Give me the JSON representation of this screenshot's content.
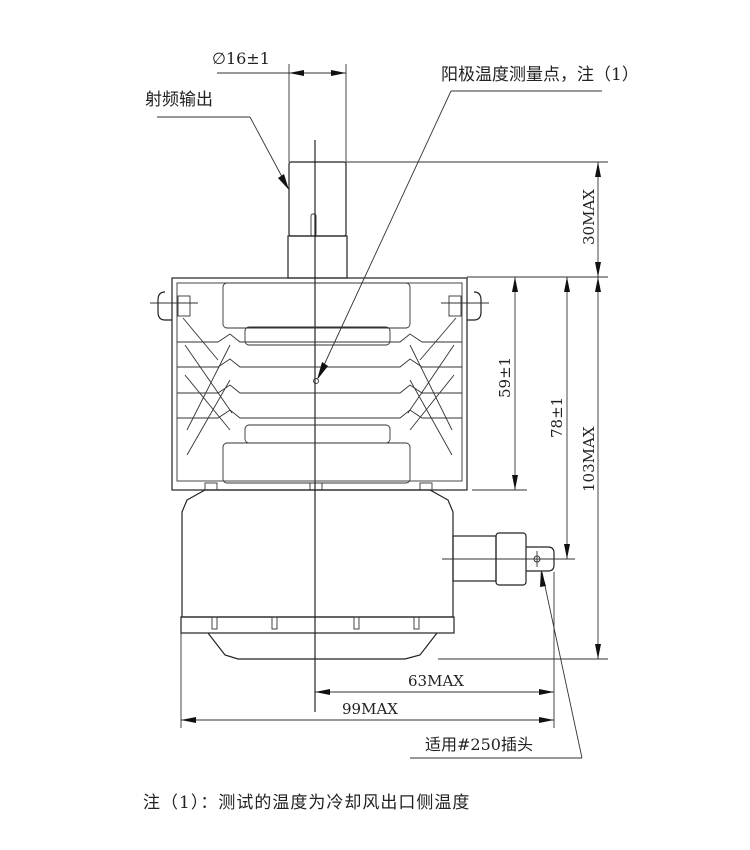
{
  "drawing": {
    "subject": "magnetron outline drawing",
    "labels": {
      "diameter": "∅16±1",
      "rf_output": "射频输出",
      "anode_temp_point": "阳极温度测量点，注（1）",
      "dim_30max": "30MAX",
      "dim_59": "59±1",
      "dim_78": "78±1",
      "dim_103max": "103MAX",
      "dim_63max": "63MAX",
      "dim_99max": "99MAX",
      "terminal": "适用#250插头"
    },
    "note": "注（1）：测试的温度为冷却风出口侧温度"
  }
}
